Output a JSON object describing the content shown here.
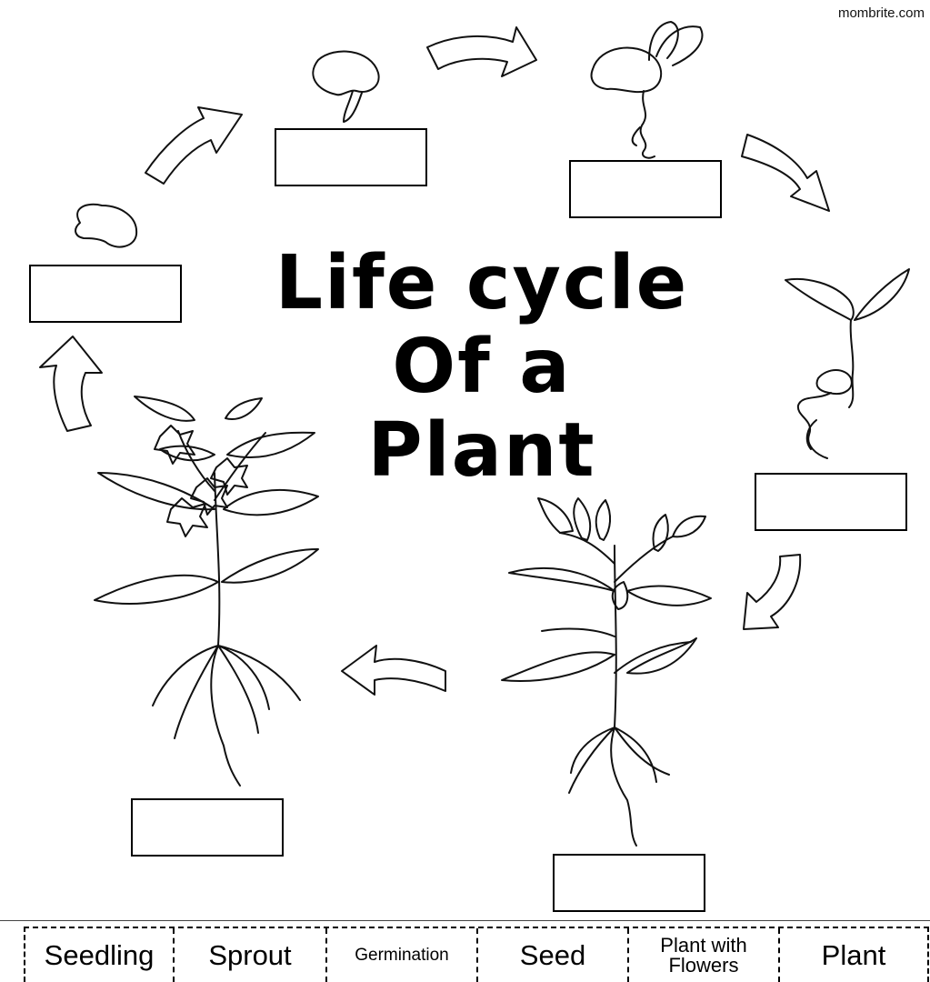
{
  "credit": "mombrite.com",
  "title": {
    "line1": "Life cycle",
    "line2": "Of a",
    "line3": "Plant"
  },
  "stages": [
    {
      "id": "seed",
      "answer": ""
    },
    {
      "id": "germination",
      "answer": ""
    },
    {
      "id": "sprout",
      "answer": ""
    },
    {
      "id": "seedling",
      "answer": ""
    },
    {
      "id": "plant",
      "answer": ""
    },
    {
      "id": "plant-with-flowers",
      "answer": ""
    }
  ],
  "word_bank": [
    {
      "label": "Seedling"
    },
    {
      "label": "Sprout"
    },
    {
      "label": "Germination"
    },
    {
      "label": "Seed"
    },
    {
      "label": "Plant with Flowers"
    },
    {
      "label": "Plant"
    }
  ]
}
